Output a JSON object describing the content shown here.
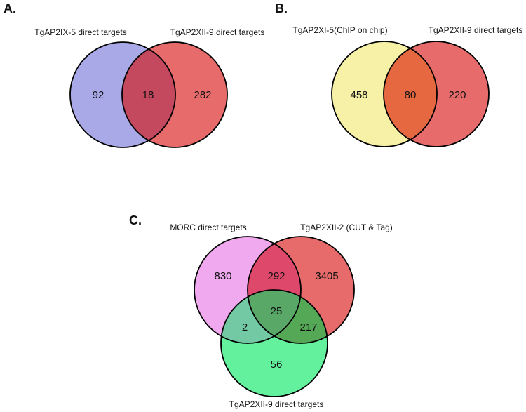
{
  "panels": {
    "A": {
      "tag": "A.",
      "left_label": "TgAP2IX-5 direct targets",
      "right_label": "TgAP2XII-9 direct targets",
      "left_count": "92",
      "overlap_count": "18",
      "right_count": "282"
    },
    "B": {
      "tag": "B.",
      "left_label": "TgAP2XI-5(ChIP on chip)",
      "right_label": "TgAP2XII-9 direct targets",
      "left_count": "458",
      "overlap_count": "80",
      "right_count": "220"
    },
    "C": {
      "tag": "C.",
      "left_label": "MORC direct targets",
      "right_label": "TgAP2XII-2 (CUT & Tag)",
      "bottom_label": "TgAP2XII-9 direct targets",
      "left_count": "830",
      "left_right_count": "292",
      "right_count": "3405",
      "center_count": "25",
      "left_bottom_count": "2",
      "right_bottom_count": "217",
      "bottom_count": "56"
    }
  },
  "colors": {
    "blue": "#a9a9e8",
    "red": "#e76b6b",
    "blue_red_overlap": "#c4485e",
    "yellow": "#f6f1a6",
    "yellow_red_overlap": "#e66840",
    "pink": "#f0a8ee",
    "pink_red_overlap": "#de486a",
    "green": "#64f19e",
    "pink_green_overlap": "#72c9a4",
    "red_green_overlap": "#55a855",
    "triple_overlap": "#5aa868"
  },
  "chart_data": [
    {
      "type": "venn",
      "panel": "A",
      "sets": [
        "TgAP2IX-5 direct targets",
        "TgAP2XII-9 direct targets"
      ],
      "values": {
        "TgAP2IX-5 only": 92,
        "TgAP2IX-5 ∩ TgAP2XII-9": 18,
        "TgAP2XII-9 only": 282
      },
      "set_colors": [
        "#a9a9e8",
        "#e76b6b"
      ]
    },
    {
      "type": "venn",
      "panel": "B",
      "sets": [
        "TgAP2XI-5(ChIP on chip)",
        "TgAP2XII-9 direct targets"
      ],
      "values": {
        "TgAP2XI-5 only": 458,
        "TgAP2XI-5 ∩ TgAP2XII-9": 80,
        "TgAP2XII-9 only": 220
      },
      "set_colors": [
        "#f6f1a6",
        "#e76b6b"
      ]
    },
    {
      "type": "venn",
      "panel": "C",
      "sets": [
        "MORC direct targets",
        "TgAP2XII-2 (CUT & Tag)",
        "TgAP2XII-9 direct targets"
      ],
      "values": {
        "MORC only": 830,
        "MORC ∩ TgAP2XII-2": 292,
        "TgAP2XII-2 only": 3405,
        "MORC ∩ TgAP2XII-2 ∩ TgAP2XII-9": 25,
        "MORC ∩ TgAP2XII-9": 2,
        "TgAP2XII-2 ∩ TgAP2XII-9": 217,
        "TgAP2XII-9 only": 56
      },
      "set_colors": [
        "#f0a8ee",
        "#e76b6b",
        "#64f19e"
      ]
    }
  ]
}
